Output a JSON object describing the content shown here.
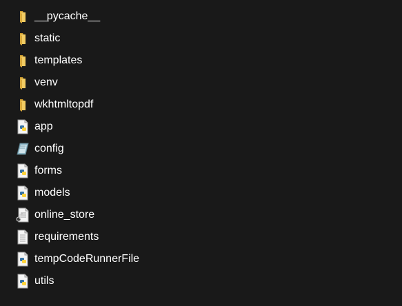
{
  "colors": {
    "background": "#191919",
    "text": "#ffffff",
    "folder": "#e9c55a",
    "python_blue": "#3572a5",
    "python_yellow": "#ffd43b"
  },
  "items": [
    {
      "name": "__pycache__",
      "icon": "folder-icon"
    },
    {
      "name": "static",
      "icon": "folder-icon"
    },
    {
      "name": "templates",
      "icon": "folder-icon"
    },
    {
      "name": "venv",
      "icon": "folder-icon"
    },
    {
      "name": "wkhtmltopdf",
      "icon": "folder-icon"
    },
    {
      "name": "app",
      "icon": "python-file-icon"
    },
    {
      "name": "config",
      "icon": "config-file-icon"
    },
    {
      "name": "forms",
      "icon": "python-file-icon"
    },
    {
      "name": "models",
      "icon": "python-file-icon"
    },
    {
      "name": "online_store",
      "icon": "media-file-icon"
    },
    {
      "name": "requirements",
      "icon": "text-file-icon"
    },
    {
      "name": "tempCodeRunnerFile",
      "icon": "python-file-icon"
    },
    {
      "name": "utils",
      "icon": "python-file-icon"
    }
  ]
}
